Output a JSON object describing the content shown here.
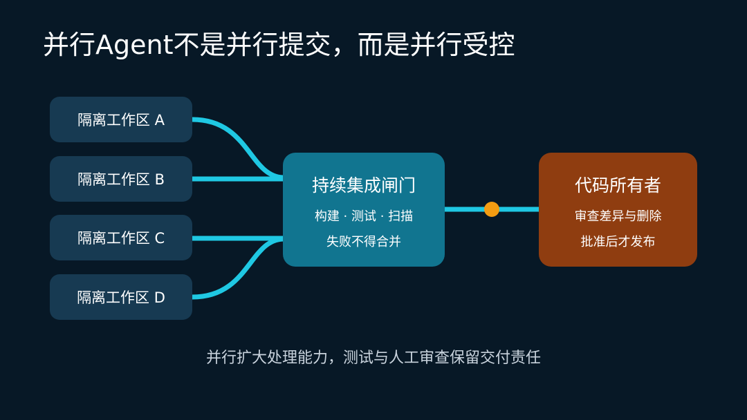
{
  "title": "并行Agent不是并行提交，而是并行受控",
  "workspaces": [
    {
      "label": "隔离工作区 A"
    },
    {
      "label": "隔离工作区 B"
    },
    {
      "label": "隔离工作区 C"
    },
    {
      "label": "隔离工作区 D"
    }
  ],
  "ci_gate": {
    "title": "持续集成闸门",
    "line1": "构建 · 测试 · 扫描",
    "line2": "失败不得合并"
  },
  "owner": {
    "title": "代码所有者",
    "line1": "审查差异与删除",
    "line2": "批准后才发布"
  },
  "caption": "并行扩大处理能力，测试与人工审查保留交付责任",
  "colors": {
    "background": "#071826",
    "workspace_box": "#173a52",
    "ci_box": "#117590",
    "owner_box": "#8f3d10",
    "connector": "#1fc8e3",
    "junction_dot": "#f39c12"
  }
}
